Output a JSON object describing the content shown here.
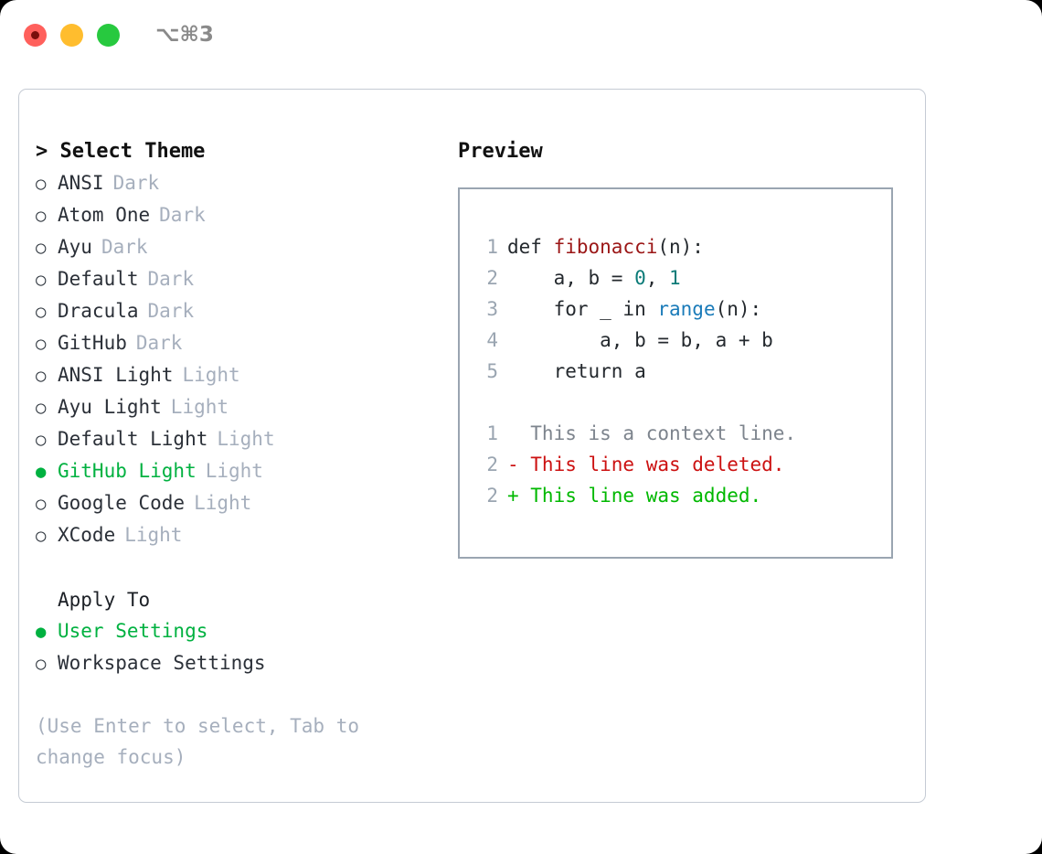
{
  "window": {
    "traffic_lights": [
      "close-red",
      "minimize-yellow",
      "maximize-green"
    ],
    "shortcut": "⌥⌘3"
  },
  "theme_selector": {
    "heading": "> Select Theme",
    "marker_unselected": "○",
    "marker_selected": "●",
    "selected_color": "#00b140",
    "suffix_color": "#a6afbd",
    "items": [
      {
        "name": "ANSI",
        "suffix": "Dark",
        "selected": false
      },
      {
        "name": "Atom One",
        "suffix": "Dark",
        "selected": false
      },
      {
        "name": "Ayu",
        "suffix": "Dark",
        "selected": false
      },
      {
        "name": "Default",
        "suffix": "Dark",
        "selected": false
      },
      {
        "name": "Dracula",
        "suffix": "Dark",
        "selected": false
      },
      {
        "name": "GitHub",
        "suffix": "Dark",
        "selected": false
      },
      {
        "name": "ANSI Light",
        "suffix": "Light",
        "selected": false
      },
      {
        "name": "Ayu Light",
        "suffix": "Light",
        "selected": false
      },
      {
        "name": "Default Light",
        "suffix": "Light",
        "selected": false
      },
      {
        "name": "GitHub Light",
        "suffix": "Light",
        "selected": true
      },
      {
        "name": "Google Code",
        "suffix": "Light",
        "selected": false
      },
      {
        "name": "XCode",
        "suffix": "Light",
        "selected": false
      }
    ]
  },
  "apply_to": {
    "heading": "Apply To",
    "items": [
      {
        "name": "User Settings",
        "selected": true
      },
      {
        "name": "Workspace Settings",
        "selected": false
      }
    ]
  },
  "hint": "(Use Enter to select, Tab to change focus)",
  "preview": {
    "title": "Preview",
    "code_lines": [
      {
        "no": "1",
        "tokens": [
          {
            "t": "def ",
            "c": "tok-kw"
          },
          {
            "t": "fibonacci",
            "c": "tok-fn"
          },
          {
            "t": "(n):",
            "c": "tok-plain"
          }
        ]
      },
      {
        "no": "2",
        "tokens": [
          {
            "t": "    a, b = ",
            "c": "tok-plain"
          },
          {
            "t": "0",
            "c": "tok-num"
          },
          {
            "t": ", ",
            "c": "tok-plain"
          },
          {
            "t": "1",
            "c": "tok-num"
          }
        ]
      },
      {
        "no": "3",
        "tokens": [
          {
            "t": "    for _ in ",
            "c": "tok-plain"
          },
          {
            "t": "range",
            "c": "tok-call"
          },
          {
            "t": "(n):",
            "c": "tok-plain"
          }
        ]
      },
      {
        "no": "4",
        "tokens": [
          {
            "t": "        a, b = b, a + b",
            "c": "tok-plain"
          }
        ]
      },
      {
        "no": "5",
        "tokens": [
          {
            "t": "    return a",
            "c": "tok-plain"
          }
        ]
      }
    ],
    "diff_lines": [
      {
        "no": "1",
        "sign": "  ",
        "text": "This is a context line.",
        "kind": "diff-ctx"
      },
      {
        "no": "2",
        "sign": "- ",
        "text": "This line was deleted.",
        "kind": "diff-del"
      },
      {
        "no": "2",
        "sign": "+ ",
        "text": "This line was added.",
        "kind": "diff-add"
      }
    ]
  }
}
